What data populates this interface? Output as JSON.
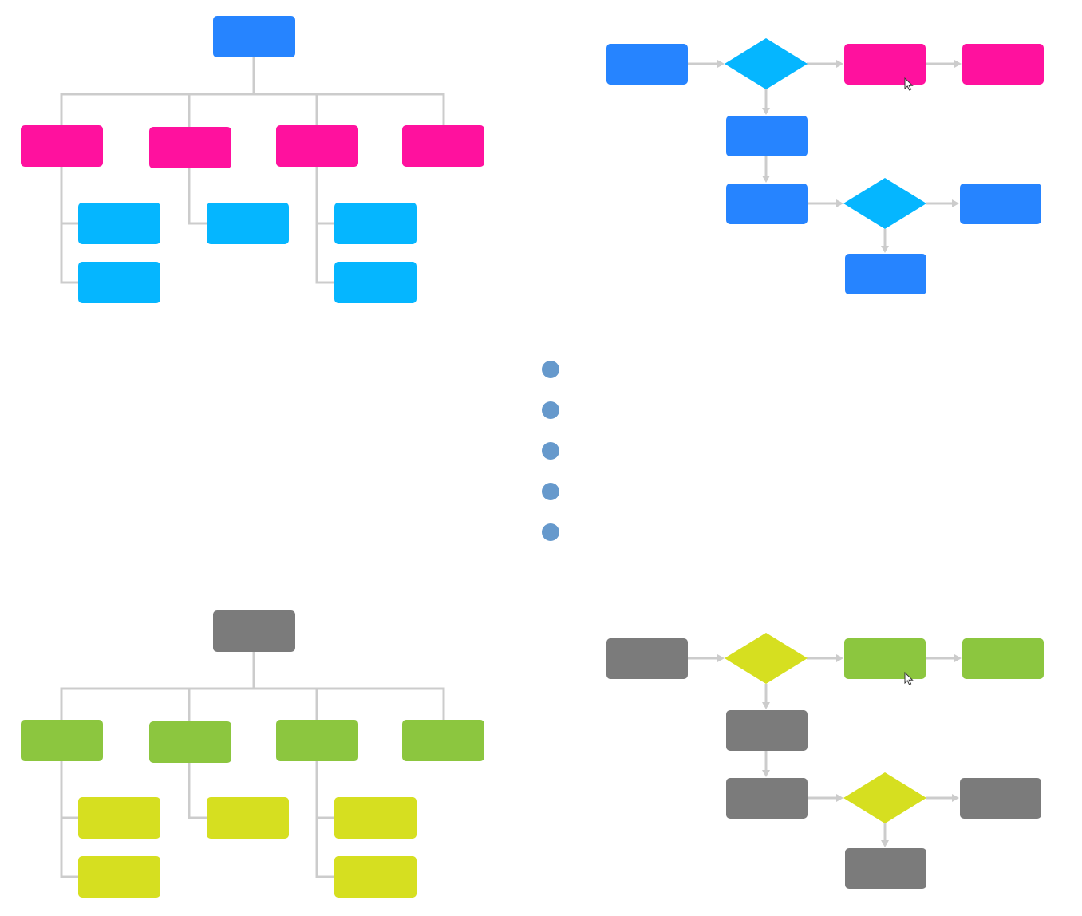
{
  "colors": {
    "background": "#ffffff",
    "connector": "#cccccc",
    "dot": "#6699cc",
    "cursor_fill": "#ffffff",
    "cursor_stroke": "#333333"
  },
  "palettes": {
    "color": {
      "root": "#2684ff",
      "branch": "#ff119e",
      "leaf": "#05b6ff",
      "decision": "#05b6ff",
      "process": "#2684ff",
      "highlight": "#ff119e"
    },
    "alt": {
      "root": "#7b7b7b",
      "branch": "#8cc63f",
      "leaf": "#d6df20",
      "decision": "#d6df20",
      "process": "#7b7b7b",
      "highlight": "#8cc63f"
    }
  },
  "diagrams": [
    {
      "kind": "org-chart",
      "palette": "color"
    },
    {
      "kind": "flowchart",
      "palette": "color"
    },
    {
      "kind": "org-chart",
      "palette": "alt"
    },
    {
      "kind": "flowchart",
      "palette": "alt"
    }
  ],
  "dots": {
    "count": 5
  },
  "icons": {
    "cursor": "mouse-pointer-icon"
  }
}
